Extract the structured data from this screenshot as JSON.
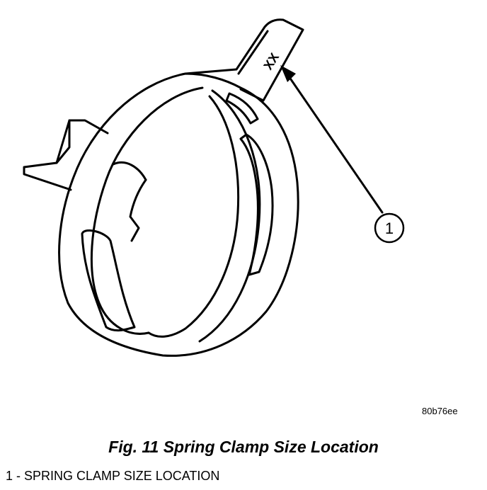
{
  "figure": {
    "callout_number": "1",
    "size_marking": "XX",
    "figure_code": "80b76ee",
    "caption": "Fig. 11 Spring Clamp Size Location",
    "legend": [
      {
        "label": "1 - SPRING CLAMP SIZE LOCATION"
      }
    ]
  }
}
